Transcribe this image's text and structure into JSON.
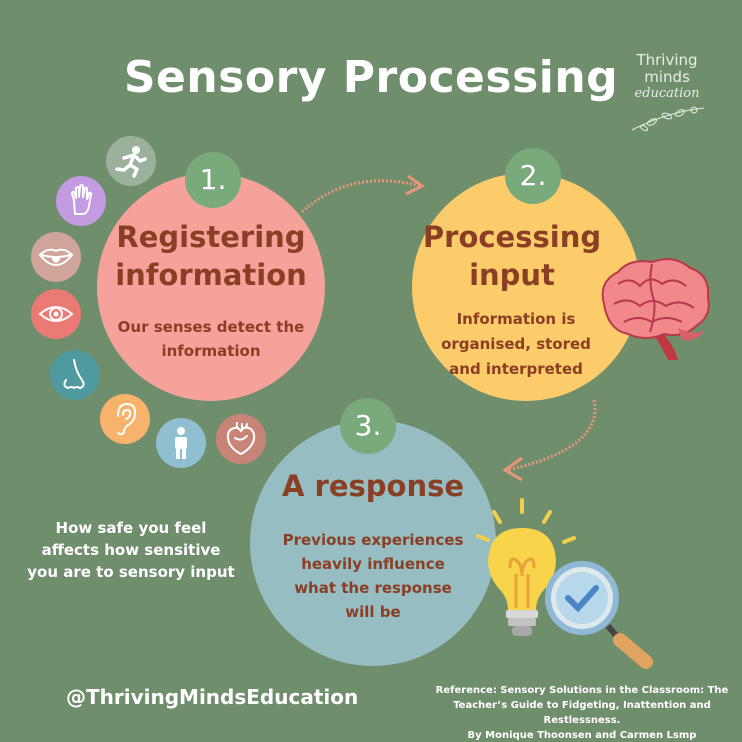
{
  "title": "Sensory Processing",
  "logo": {
    "line1": "Thriving",
    "line2": "minds",
    "line3": "education"
  },
  "steps": [
    {
      "number": "1.",
      "title_line1": "Registering",
      "title_line2": "information",
      "desc_line1": "Our senses detect the",
      "desc_line2": "information",
      "color": "#f5a29a"
    },
    {
      "number": "2.",
      "title_line1": "Processing",
      "title_line2": "input",
      "desc_line1": "Information is",
      "desc_line2": "organised, stored",
      "desc_line3": "and interpreted",
      "color": "#fccb6a"
    },
    {
      "number": "3.",
      "title_line1": "A response",
      "desc_line1": "Previous experiences",
      "desc_line2": "heavily influence",
      "desc_line3": "what the response",
      "desc_line4": "will be",
      "color": "#96bdc1"
    }
  ],
  "senses": [
    {
      "icon": "running-person-icon",
      "color": "#9bb19b"
    },
    {
      "icon": "hand-icon",
      "color": "#c39be0"
    },
    {
      "icon": "mouth-icon",
      "color": "#cfa59a"
    },
    {
      "icon": "eye-icon",
      "color": "#ea7a73"
    },
    {
      "icon": "nose-icon",
      "color": "#4e9a9e"
    },
    {
      "icon": "ear-icon",
      "color": "#f7b36b"
    },
    {
      "icon": "body-icon",
      "color": "#8fbfd0"
    },
    {
      "icon": "heart-icon",
      "color": "#c98478"
    }
  ],
  "side_text": {
    "line1": "How safe you feel",
    "line2": "affects how sensitive",
    "line3": "you are to sensory input"
  },
  "handle": "@ThrivingMindsEducation",
  "reference": {
    "line1": "Reference: Sensory Solutions in the Classroom: The",
    "line2": "Teacher’s Guide to Fidgeting, Inattention and Restlessness.",
    "line3": "By Monique Thoonsen and Carmen Lsmp"
  },
  "colors": {
    "background": "#6f8e6c",
    "accent_text": "#8a3e24",
    "number_badge": "#79aa7c",
    "arrow": "#e9967a"
  }
}
